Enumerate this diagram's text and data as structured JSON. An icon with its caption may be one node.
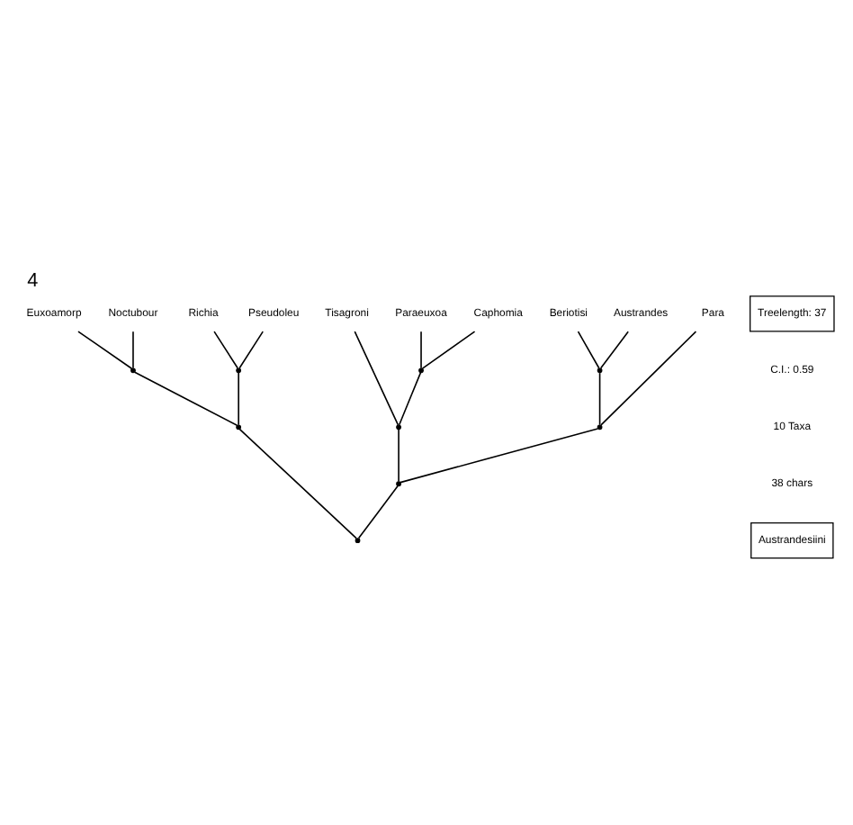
{
  "diagram": {
    "title": "4",
    "nodes": [
      {
        "text": [
          "Euxoamorp"
        ]
      },
      {
        "text": [
          "Noctubour"
        ]
      },
      {
        "text": [
          "Richia"
        ]
      },
      {
        "text": [
          "Pseudoleu"
        ]
      },
      {
        "text": [
          "Tisagroni"
        ]
      },
      {
        "text": [
          "Paraeuxoa"
        ]
      },
      {
        "text": [
          "Caphomia"
        ]
      },
      {
        "text": [
          "Beriotisi"
        ]
      },
      {
        "text": [
          "Austrandes"
        ]
      },
      {
        "text": [
          "Para"
        ]
      },
      {
        "text": [],
        "shape": "point"
      },
      {
        "text": [],
        "shape": "point"
      },
      {
        "text": [],
        "shape": "point"
      },
      {
        "text": [],
        "shape": "point"
      },
      {
        "text": [],
        "shape": "point"
      },
      {
        "text": [],
        "shape": "point"
      },
      {
        "text": [],
        "shape": "point"
      },
      {
        "text": [],
        "shape": "point"
      },
      {
        "text": [],
        "shape": "point"
      },
      {
        "text": [
          "Treelength: 37"
        ]
      },
      {
        "text": [
          "Austrandesiini"
        ]
      }
    ],
    "edges": [
      {
        "from": 10,
        "to": 0,
        "arrow": "none"
      },
      {
        "from": 10,
        "to": 1,
        "arrow": "none"
      },
      {
        "from": 11,
        "to": 2,
        "arrow": "none"
      },
      {
        "from": 11,
        "to": 3,
        "arrow": "none"
      },
      {
        "from": 12,
        "to": 10,
        "arrow": "none"
      },
      {
        "from": 12,
        "to": 11,
        "arrow": "none"
      },
      {
        "from": 13,
        "to": 5,
        "arrow": "none"
      },
      {
        "from": 13,
        "to": 6,
        "arrow": "none"
      },
      {
        "from": 14,
        "to": 4,
        "arrow": "none"
      },
      {
        "from": 14,
        "to": 13,
        "arrow": "none"
      },
      {
        "from": 15,
        "to": 7,
        "arrow": "none"
      },
      {
        "from": 15,
        "to": 8,
        "arrow": "none"
      },
      {
        "from": 16,
        "to": 15,
        "arrow": "none"
      },
      {
        "from": 16,
        "to": 9,
        "arrow": "none"
      },
      {
        "from": 17,
        "to": 14,
        "arrow": "none"
      },
      {
        "from": 17,
        "to": 16,
        "arrow": "none"
      },
      {
        "from": 18,
        "to": 12,
        "arrow": "none"
      },
      {
        "from": 18,
        "to": 17,
        "arrow": "none"
      }
    ],
    "labels": [
      "C.I.: 0.59",
      "10 Taxa",
      "38 chars"
    ]
  }
}
